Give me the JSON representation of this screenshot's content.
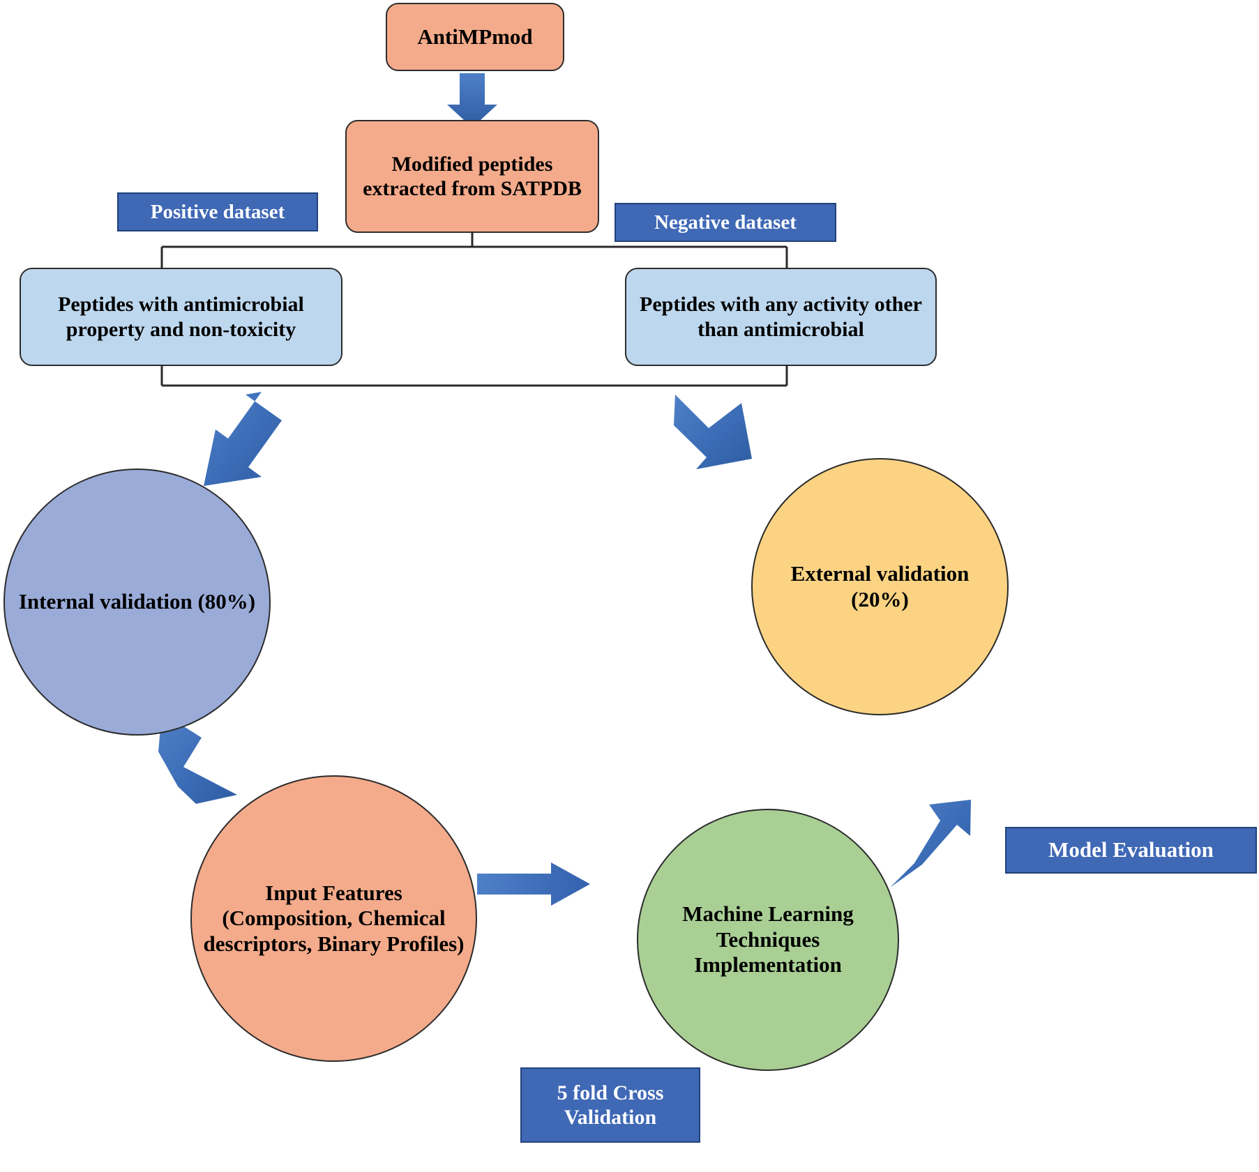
{
  "diagram": {
    "title_node": "AntiMPmod",
    "source_node": "Modified peptides extracted from SATPDB",
    "positive_label": "Positive dataset",
    "negative_label": "Negative dataset",
    "positive_box": "Peptides with antimicrobial property and non-toxicity",
    "negative_box": "Peptides with any activity other than antimicrobial",
    "internal_validation": "Internal validation (80%)",
    "external_validation": "External validation (20%)",
    "input_features": "Input Features (Composition, Chemical descriptors, Binary Profiles)",
    "machine_learning": "Machine Learning Techniques Implementation",
    "cross_validation": "5 fold Cross Validation",
    "model_evaluation": "Model Evaluation"
  },
  "colors": {
    "salmon": "#f4ab8b",
    "light_blue": "#bdd7ee",
    "label_blue": "#3f68b5",
    "arrow_blue": "#3b6cb5",
    "periwinkle": "#9aabd8",
    "amber": "#fbd383",
    "green": "#a9cf95",
    "outline": "#2b2b2b"
  }
}
